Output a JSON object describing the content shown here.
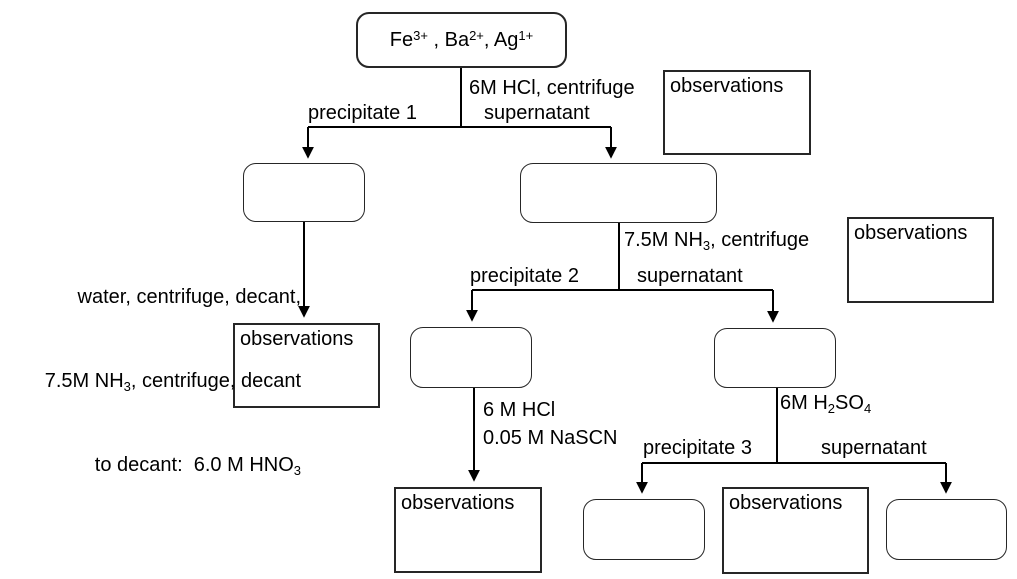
{
  "diagram": {
    "title_box": {
      "parts": [
        {
          "t": "Fe"
        },
        {
          "sup": "3+"
        },
        {
          "t": " , Ba"
        },
        {
          "sup": "2+"
        },
        {
          "t": ", Ag"
        },
        {
          "sup": "1+"
        }
      ]
    },
    "observations_label": "observations",
    "edge_labels": {
      "step1": "6M HCl, centrifuge",
      "branch1_left": "precipitate 1",
      "branch1_right": "supernatant",
      "procedure_note": {
        "line1": "water, centrifuge, decant,",
        "line2": [
          {
            "t": "7.5M NH"
          },
          {
            "sub": "3"
          },
          {
            "t": ", centrifuge, decant"
          }
        ],
        "line3": [
          {
            "t": "to decant:  6.0 M HNO"
          },
          {
            "sub": "3"
          }
        ]
      },
      "step2": [
        {
          "t": "7.5M NH"
        },
        {
          "sub": "3"
        },
        {
          "t": ", centrifuge"
        }
      ],
      "branch2_left": "precipitate 2",
      "branch2_right": "supernatant",
      "step3_line1": "6 M HCl",
      "step3_line2": "0.05 M NaSCN",
      "step4": [
        {
          "t": "6M H"
        },
        {
          "sub": "2"
        },
        {
          "t": "SO"
        },
        {
          "sub": "4"
        }
      ],
      "branch3_left": "precipitate 3",
      "branch3_right": "supernatant"
    },
    "colors": {
      "line": "#000000",
      "background": "#ffffff",
      "text": "#000000"
    }
  }
}
